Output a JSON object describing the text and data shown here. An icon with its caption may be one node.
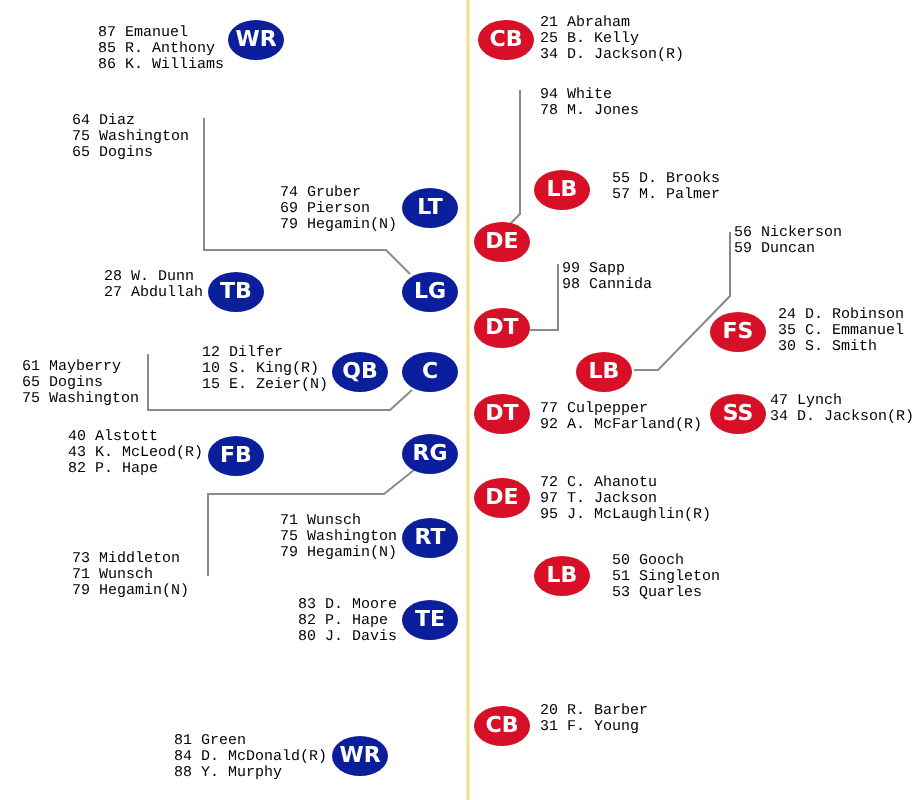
{
  "diagram": {
    "nodes": [
      {
        "text": [
          "WR"
        ],
        "beside": [
          "87 Emanuel",
          "85 R. Anthony",
          "86 K. Williams"
        ]
      },
      {
        "text": [
          "CB"
        ],
        "beside": [
          "21 Abraham",
          "25 B. Kelly",
          "34 D. Jackson(R)"
        ]
      },
      {
        "text": [
          "94 White",
          "78 M. Jones"
        ]
      },
      {
        "text": [
          "64 Diaz",
          "75 Washington",
          "65 Dogins"
        ]
      },
      {
        "text": [
          "LT"
        ],
        "beside": [
          "74 Gruber",
          "69 Pierson",
          "79 Hegamin(N)"
        ]
      },
      {
        "text": [
          "LB"
        ],
        "beside": [
          "55 D. Brooks",
          "57 M. Palmer"
        ]
      },
      {
        "text": [
          "DE"
        ]
      },
      {
        "text": [
          "56 Nickerson",
          "59 Duncan"
        ]
      },
      {
        "text": [
          "TB"
        ],
        "beside": [
          "28 W. Dunn",
          "27 Abdullah"
        ]
      },
      {
        "text": [
          "LG"
        ]
      },
      {
        "text": [
          "99 Sapp",
          "98 Cannida"
        ]
      },
      {
        "text": [
          "DT"
        ]
      },
      {
        "text": [
          "FS"
        ],
        "beside": [
          "24 D. Robinson",
          "35 C. Emmanuel",
          "30 S. Smith"
        ]
      },
      {
        "text": [
          "61 Mayberry",
          "65 Dogins",
          "75 Washington"
        ]
      },
      {
        "text": [
          "QB"
        ],
        "beside": [
          "12 Dilfer",
          "10 S. King(R)",
          "15 E. Zeier(N)"
        ]
      },
      {
        "text": [
          "C"
        ]
      },
      {
        "text": [
          "LB"
        ]
      },
      {
        "text": [
          "DT"
        ],
        "beside": [
          "77 Culpepper",
          "92 A. McFarland(R)"
        ]
      },
      {
        "text": [
          "SS"
        ],
        "beside": [
          "47 Lynch",
          "34 D. Jackson(R)"
        ]
      },
      {
        "text": [
          "FB"
        ],
        "beside": [
          "40 Alstott",
          "43 K. McLeod(R)",
          "82 P. Hape"
        ]
      },
      {
        "text": [
          "RG"
        ]
      },
      {
        "text": [
          "DE"
        ],
        "beside": [
          "72 C. Ahanotu",
          "97 T. Jackson",
          "95 J. McLaughlin(R)"
        ]
      },
      {
        "text": [
          "RT"
        ],
        "beside": [
          "71 Wunsch",
          "75 Washington",
          "79 Hegamin(N)"
        ]
      },
      {
        "text": [
          "73 Middleton",
          "71 Wunsch",
          "79 Hegamin(N)"
        ]
      },
      {
        "text": [
          "LB"
        ],
        "beside": [
          "50 Gooch",
          "51 Singleton",
          "53 Quarles"
        ]
      },
      {
        "text": [
          "TE"
        ],
        "beside": [
          "83 D. Moore",
          "82 P. Hape",
          "80 J. Davis"
        ]
      },
      {
        "text": [
          "CB"
        ],
        "beside": [
          "20 R. Barber",
          "31 F. Young"
        ]
      },
      {
        "text": [
          "WR"
        ],
        "beside": [
          "81 Green",
          "84 D. McDonald(R)",
          "88 Y. Murphy"
        ]
      }
    ],
    "edges": [
      {
        "from": 2,
        "to": 6,
        "arrow": "none"
      },
      {
        "from": 3,
        "to": 9,
        "arrow": "none"
      },
      {
        "from": 7,
        "to": 16,
        "arrow": "none"
      },
      {
        "from": 10,
        "to": 11,
        "arrow": "none"
      },
      {
        "from": 13,
        "to": 15,
        "arrow": "none"
      },
      {
        "from": 23,
        "to": 20,
        "arrow": "none"
      }
    ]
  }
}
